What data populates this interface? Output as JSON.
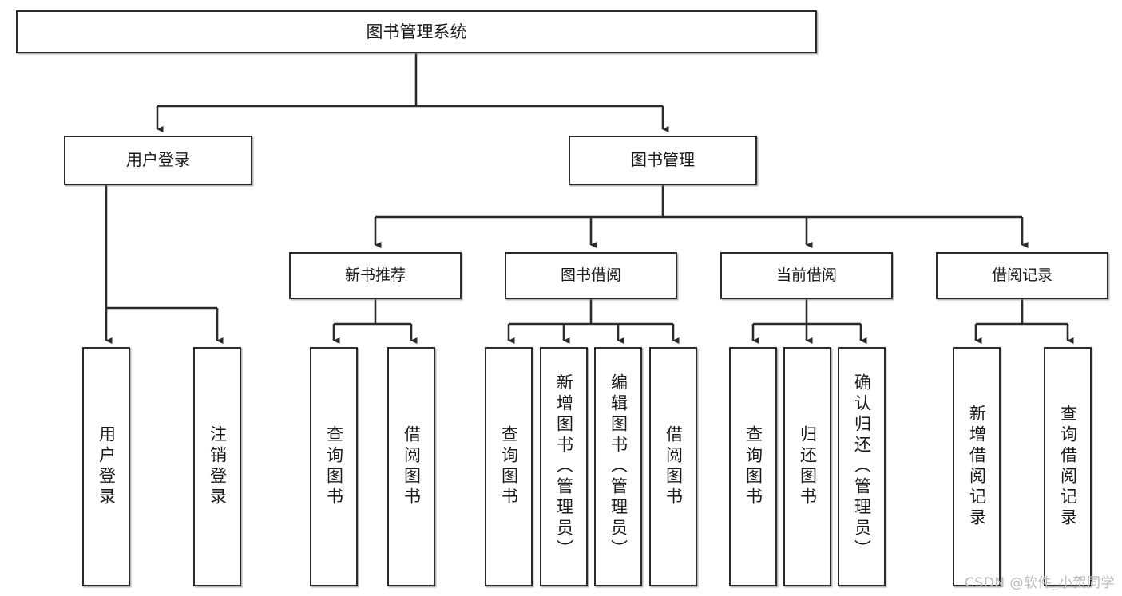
{
  "diagram": {
    "title": "图书管理系统",
    "type": "tree",
    "colors": {
      "box_border": "#2b2b2b",
      "box_fill": "#ffffff",
      "edge": "#2b2b2b",
      "watermark": "#b9b9b9",
      "background": "#ffffff"
    },
    "root": {
      "label": "图书管理系统"
    },
    "level2": [
      {
        "label": "用户登录"
      },
      {
        "label": "图书管理"
      }
    ],
    "level3": [
      {
        "label": "新书推荐"
      },
      {
        "label": "图书借阅"
      },
      {
        "label": "当前借阅"
      },
      {
        "label": "借阅记录"
      }
    ],
    "leaves": {
      "user_login": [
        {
          "label": "用户登录"
        },
        {
          "label": "注销登录"
        }
      ],
      "new_book_recommend": [
        {
          "label": "查询图书"
        },
        {
          "label": "借阅图书"
        }
      ],
      "book_borrow": [
        {
          "label": "查询图书"
        },
        {
          "label": "新增图书（管理员）"
        },
        {
          "label": "编辑图书（管理员）"
        },
        {
          "label": "借阅图书"
        }
      ],
      "current_borrow": [
        {
          "label": "查询图书"
        },
        {
          "label": "归还图书"
        },
        {
          "label": "确认归还（管理员）"
        }
      ],
      "borrow_record": [
        {
          "label": "新增借阅记录"
        },
        {
          "label": "查询借阅记录"
        }
      ]
    },
    "watermark": "CSDN @软件_小贺同学"
  }
}
